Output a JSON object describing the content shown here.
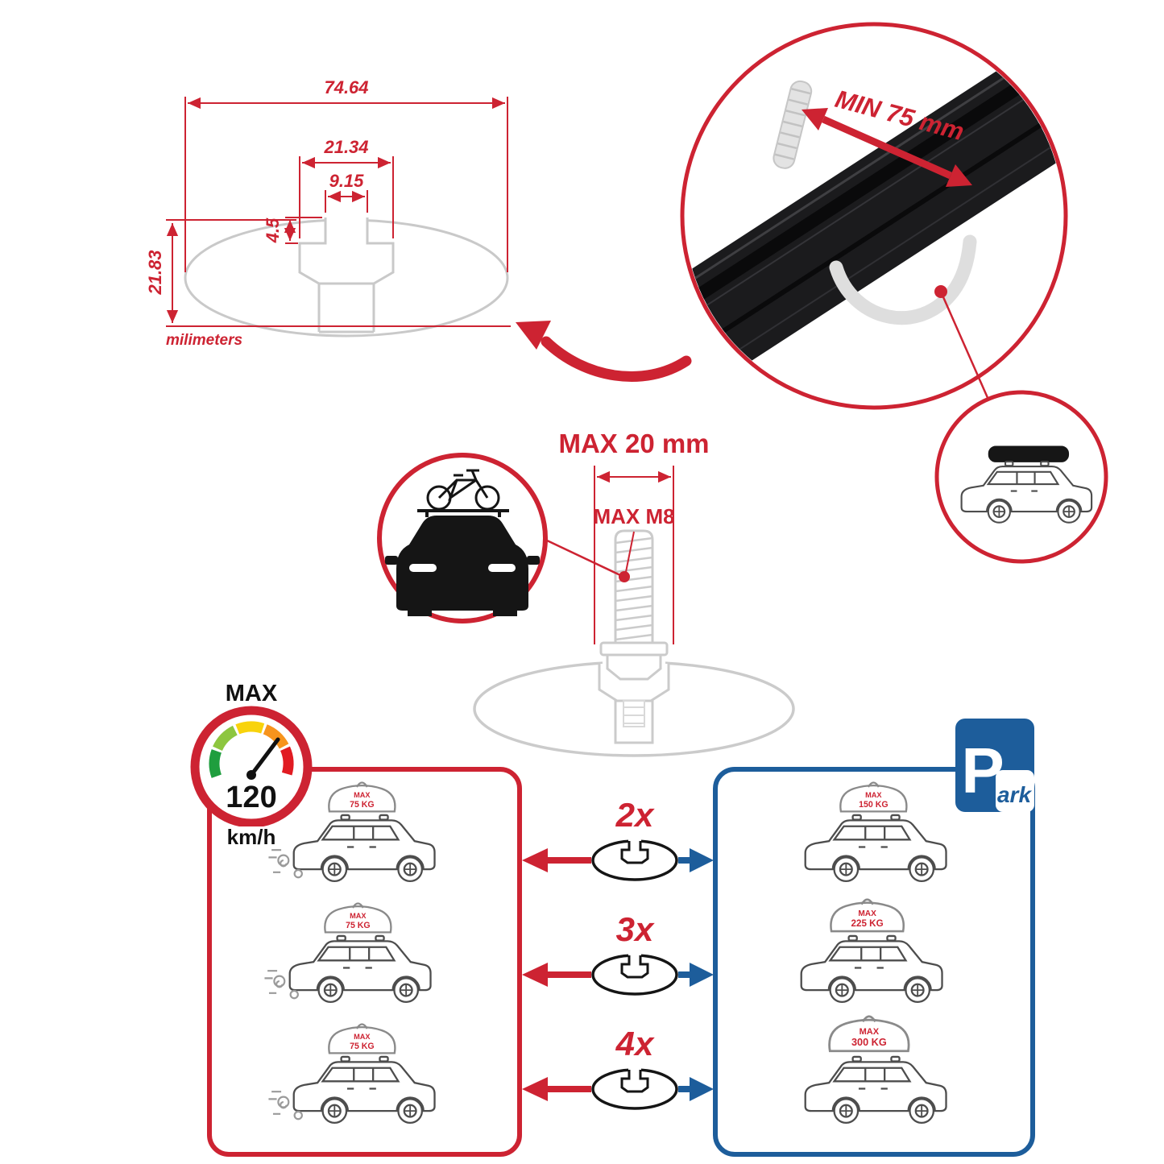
{
  "colors": {
    "accent_red": "#cd2332",
    "accent_blue": "#1d5d9b",
    "profile_gray": "#c9c9c9",
    "bar_black": "#1b1b1d"
  },
  "profile_dimensions": {
    "total_width": "74.64",
    "upper_width": "21.34",
    "slot_width": "9.15",
    "slot_depth": "4.5",
    "total_height": "21.83",
    "units_label": "milimeters"
  },
  "clamp_spec": {
    "min_span": "MIN 75 mm"
  },
  "bolt_spec": {
    "max_length": "MAX 20 mm",
    "max_thread": "MAX M8"
  },
  "speed_limit": {
    "label": "MAX",
    "value": "120",
    "units": "km/h"
  },
  "park_sign": {
    "letter": "P",
    "suffix": "ark"
  },
  "crossbar_counts": [
    "2x",
    "3x",
    "4x"
  ],
  "moving_loads": [
    {
      "max": "MAX",
      "weight": "75 KG"
    },
    {
      "max": "MAX",
      "weight": "75 KG"
    },
    {
      "max": "MAX",
      "weight": "75 KG"
    }
  ],
  "parked_loads": [
    {
      "max": "MAX",
      "weight": "150 KG"
    },
    {
      "max": "MAX",
      "weight": "225 KG"
    },
    {
      "max": "MAX",
      "weight": "300 KG"
    }
  ]
}
